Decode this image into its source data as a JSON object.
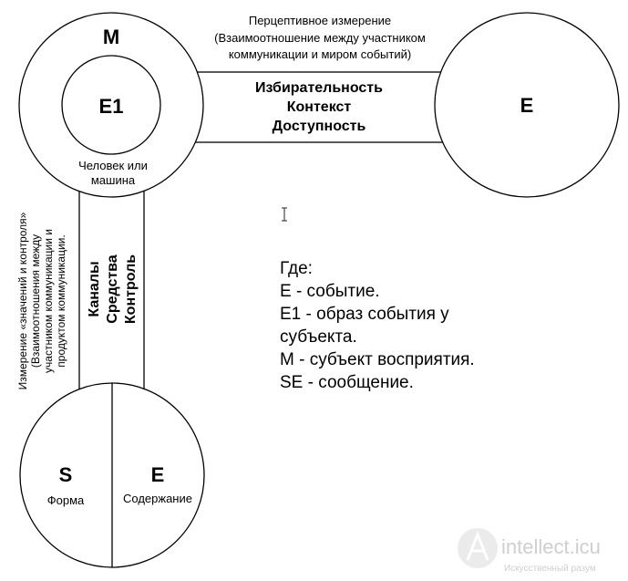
{
  "circles": {
    "m_label": "M",
    "e1_label": "E1",
    "human_machine_line1": "Человек или",
    "human_machine_line2": "машина",
    "e_label": "E",
    "s_label": "S",
    "form_label": "Форма",
    "e2_label": "E",
    "content_label": "Содержание"
  },
  "perceptual": {
    "title_line1": "Перцептивное измерение",
    "title_line2": "(Взаимоотношение между участником",
    "title_line3": "коммуникации и миром событий)",
    "bar_line1": "Избирательность",
    "bar_line2": "Контекст",
    "bar_line3": "Доступность"
  },
  "control": {
    "vertical_line1": "Измерение «значений и контроля»",
    "vertical_line2": "(Взаимоотношения между",
    "vertical_line3": "участником коммуникации и",
    "vertical_line4": "продуктом коммуникации.",
    "bar_line1": "Каналы",
    "bar_line2": "Средства",
    "bar_line3": "Контроль"
  },
  "legend": {
    "line1": "Где:",
    "line2": "E - событие.",
    "line3": "E1 - образ события у",
    "line4": "субъекта.",
    "line5": "M - субъект восприятия.",
    "line6": "SE - сообщение."
  },
  "cursor_icon": "text-cursor-icon",
  "watermark": {
    "logo_icon": "intellect-logo-icon",
    "text": "intellect.icu",
    "subtext": "Искусственный разум"
  }
}
